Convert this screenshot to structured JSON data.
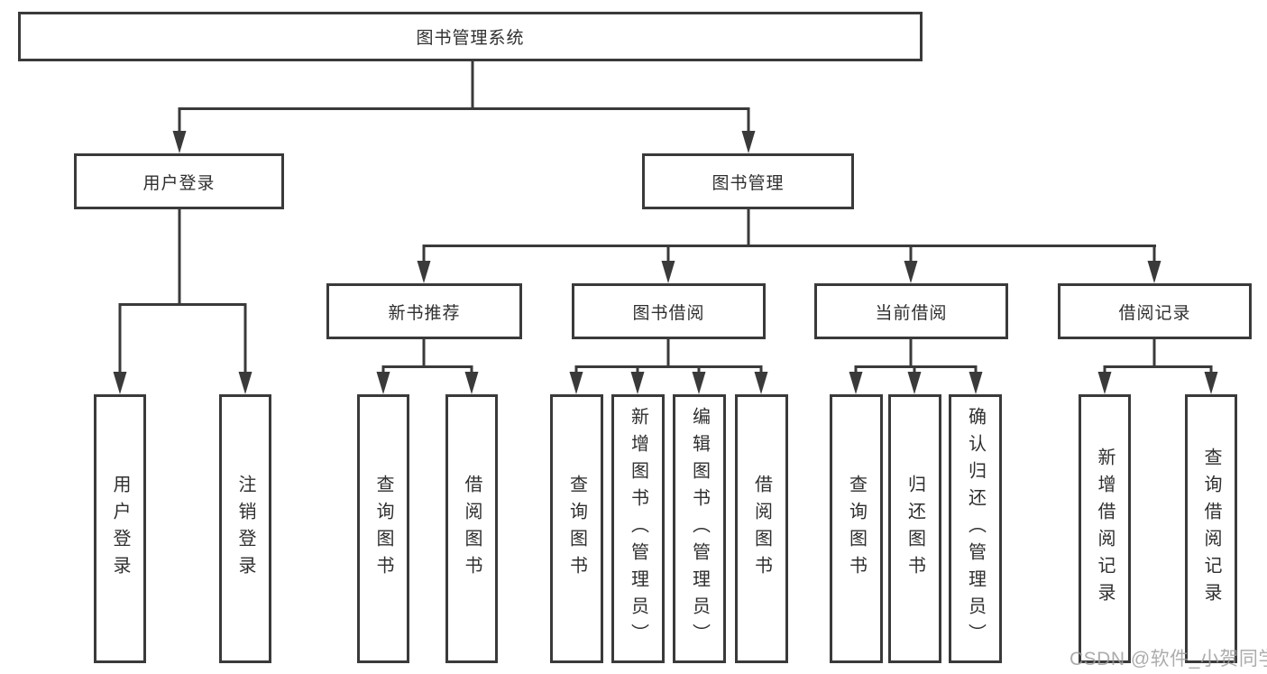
{
  "diagram_title": "图书管理系统",
  "tree": {
    "root": {
      "label": "图书管理系统"
    },
    "branches": [
      {
        "label": "用户登录",
        "children": [
          {
            "label": "用户登录"
          },
          {
            "label": "注销登录"
          }
        ]
      },
      {
        "label": "图书管理",
        "children": [
          {
            "label": "新书推荐",
            "children": [
              {
                "label": "查询图书"
              },
              {
                "label": "借阅图书"
              }
            ]
          },
          {
            "label": "图书借阅",
            "children": [
              {
                "label": "查询图书"
              },
              {
                "label": "新增图书（管理员）"
              },
              {
                "label": "编辑图书（管理员）"
              },
              {
                "label": "借阅图书"
              }
            ]
          },
          {
            "label": "当前借阅",
            "children": [
              {
                "label": "查询图书"
              },
              {
                "label": "归还图书"
              },
              {
                "label": "确认归还（管理员）"
              }
            ]
          },
          {
            "label": "借阅记录",
            "children": [
              {
                "label": "新增借阅记录"
              },
              {
                "label": "查询借阅记录"
              }
            ]
          }
        ]
      }
    ]
  },
  "watermark": "CSDN @软件_小贺同学",
  "colors": {
    "line": "#3a3a3a",
    "text": "#2f2f2f",
    "background": "#ffffff",
    "watermark": "#9e9e9e"
  }
}
